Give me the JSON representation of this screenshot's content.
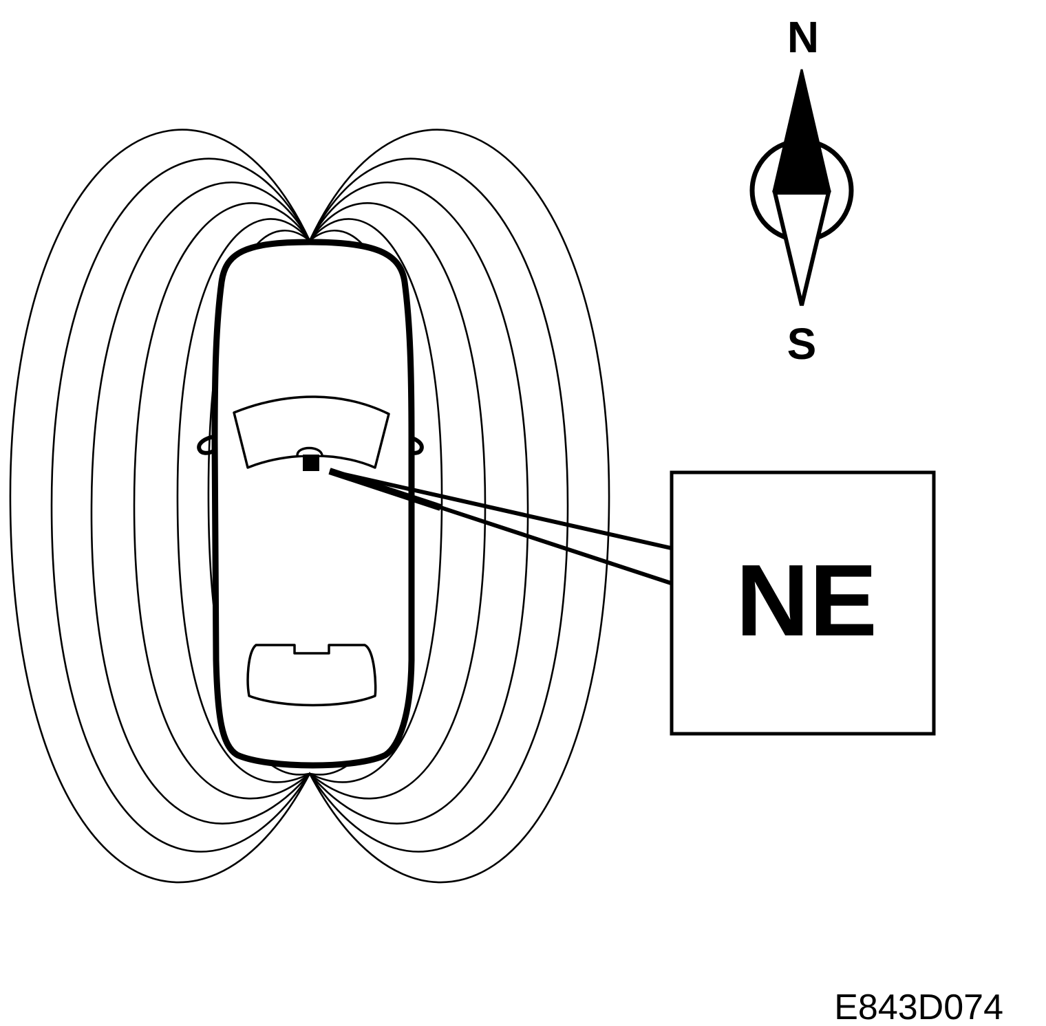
{
  "compass": {
    "north_label": "N",
    "south_label": "S"
  },
  "callout": {
    "label": "NE"
  },
  "figure_code": "E843D074",
  "colors": {
    "ink": "#000000",
    "paper": "#ffffff"
  }
}
